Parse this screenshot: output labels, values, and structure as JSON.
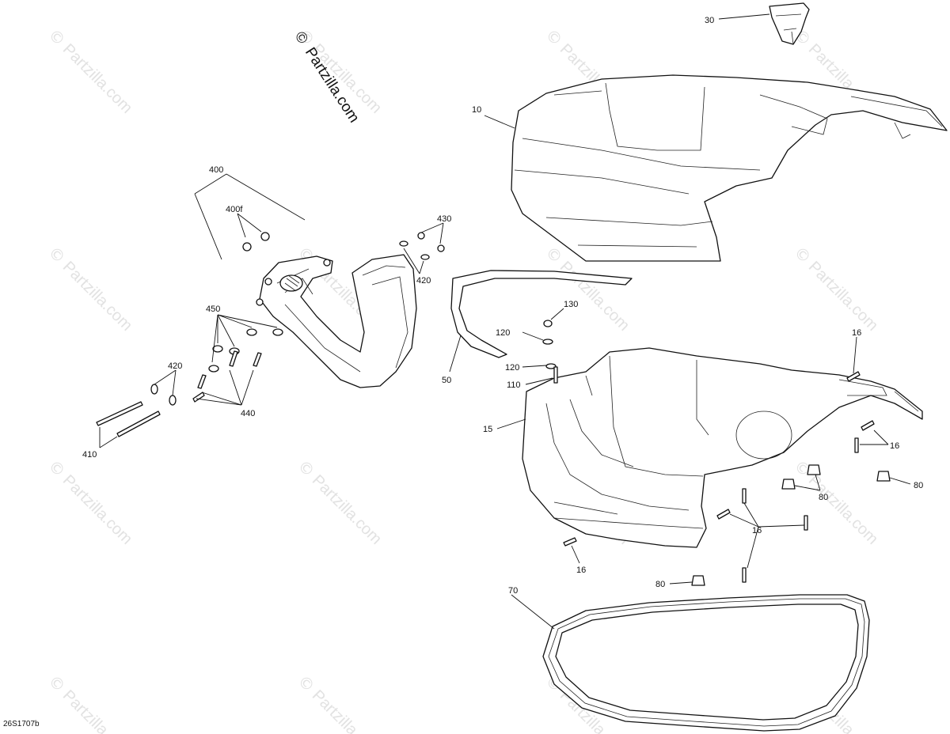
{
  "watermark": {
    "symbol": "©",
    "text": "Partzilla.com"
  },
  "credit": {
    "symbol": "©",
    "text": "Partzilla.com"
  },
  "drawing_code": "26S1707b",
  "callouts": {
    "c30": "30",
    "c10": "10",
    "c400": "400",
    "c400f": "400f",
    "c430": "430",
    "c420a": "420",
    "c450": "450",
    "c420b": "420",
    "c440": "440",
    "c410": "410",
    "c130": "130",
    "c120a": "120",
    "c120b": "120",
    "c110": "110",
    "c50": "50",
    "c15": "15",
    "c16a": "16",
    "c16b": "16",
    "c16c": "16",
    "c16d": "16",
    "c80a": "80",
    "c80b": "80",
    "c80c": "80",
    "c70": "70"
  }
}
